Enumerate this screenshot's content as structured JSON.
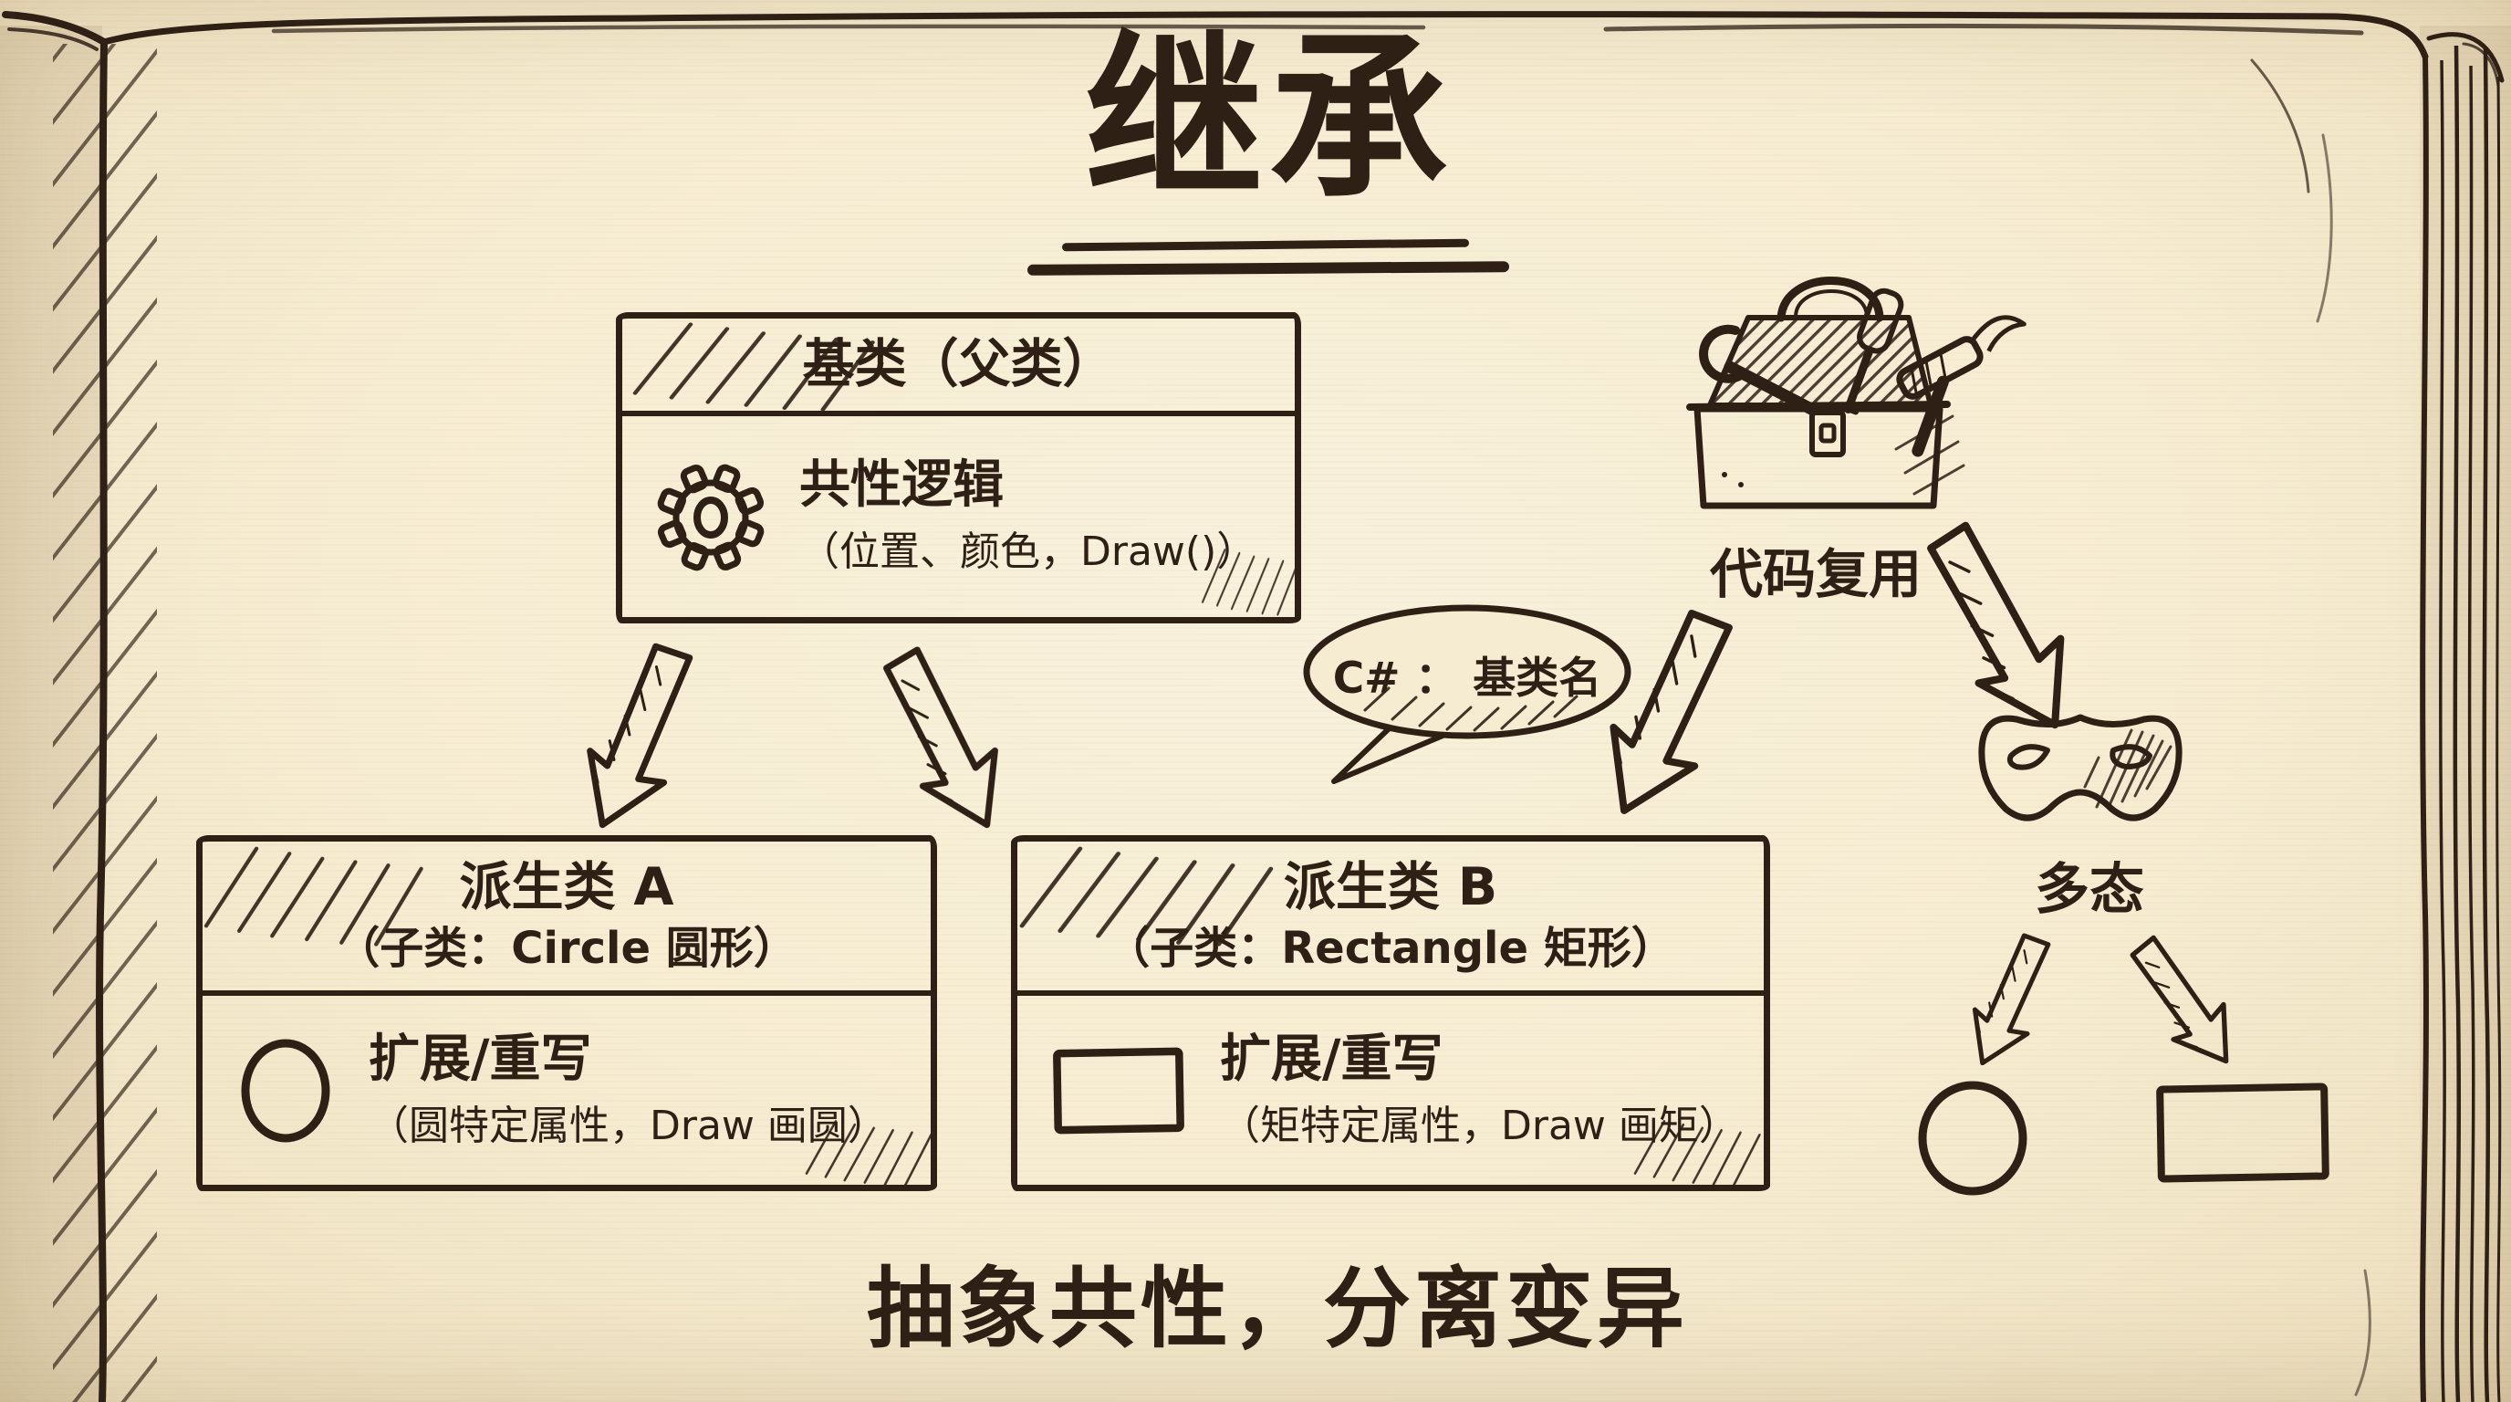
{
  "title": {
    "text": "继承"
  },
  "base_class_box": {
    "header": "基类（父类）",
    "body_title": "共性逻辑",
    "body_detail": "（位置、颜色，Draw()）",
    "icon": "gear-icon"
  },
  "derived_a_box": {
    "header": "派生类 A",
    "subheader": "（子类：Circle 圆形）",
    "body_title": "扩展/重写",
    "body_detail": "（圆特定属性，Draw 画圆）",
    "icon": "circle-icon"
  },
  "derived_b_box": {
    "header": "派生类 B",
    "subheader": "（子类：Rectangle 矩形）",
    "body_title": "扩展/重写",
    "body_detail": "（矩特定属性，Draw 画矩）",
    "icon": "rectangle-icon"
  },
  "labels": {
    "code_reuse": "代码复用",
    "polymorphism": "多态"
  },
  "speech_bubble": {
    "text": "C# ： 基类名"
  },
  "slogan": {
    "text": "抽象共性，分离变异"
  },
  "icons": {
    "toolbox": "toolbox-icon",
    "mask": "mask-icon",
    "gear": "gear-icon",
    "circle": "circle-icon",
    "rectangle": "rectangle-icon"
  },
  "colors": {
    "paper": "#f6ecd1",
    "ink": "#2e2015"
  }
}
